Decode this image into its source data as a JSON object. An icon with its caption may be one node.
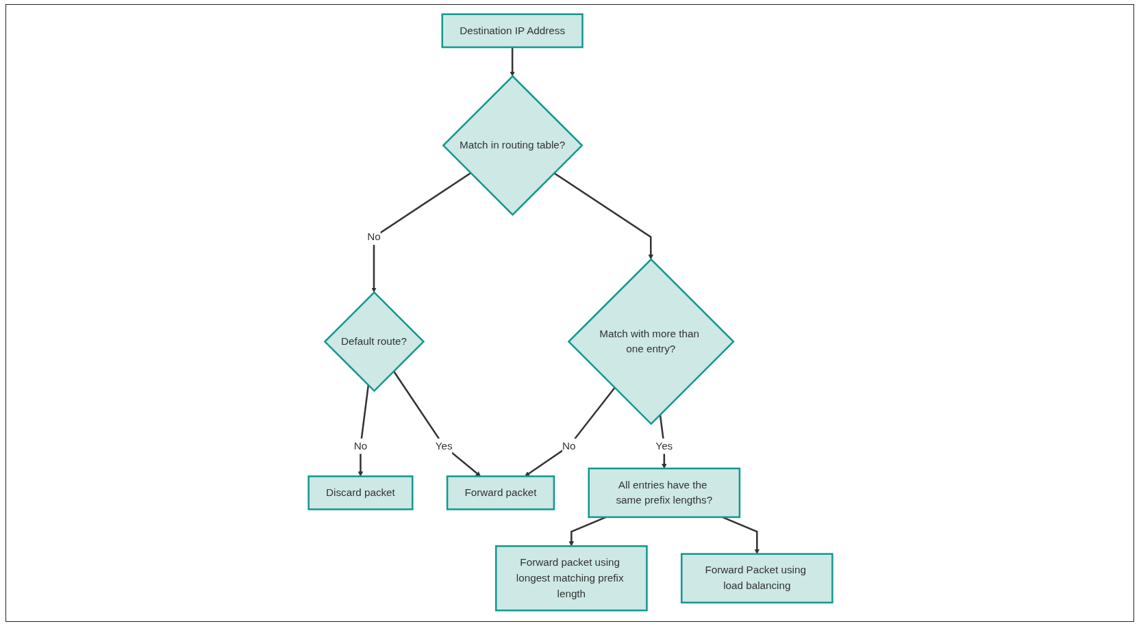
{
  "diagram": {
    "nodes": [
      {
        "text": [
          "Destination IP Address"
        ]
      },
      {
        "text": [
          "Match in routing table?"
        ]
      },
      {
        "text": [
          "Default route?"
        ]
      },
      {
        "text": [
          "Match with more than one entry?"
        ]
      },
      {
        "text": [
          "Discard packet"
        ]
      },
      {
        "text": [
          "All entries have the same prefix lengths?"
        ]
      },
      {
        "text": [
          "Forward packet"
        ]
      },
      {
        "text": [
          "Forward packet using longest matching prefix length"
        ]
      },
      {
        "text": [
          "Forward Packet using load balancing"
        ]
      }
    ],
    "edges": [
      {
        "from": 0,
        "to": 1,
        "arrow": "to"
      },
      {
        "from": 1,
        "to": 2,
        "arrow": "to",
        "label": "No"
      },
      {
        "from": 1,
        "to": 3,
        "arrow": "to"
      },
      {
        "from": 2,
        "to": 4,
        "arrow": "to",
        "label": "No"
      },
      {
        "from": 2,
        "to": 6,
        "arrow": "to",
        "label": "Yes"
      },
      {
        "from": 3,
        "to": 6,
        "arrow": "to",
        "label": "No"
      },
      {
        "from": 3,
        "to": 5,
        "arrow": "to",
        "label": "Yes"
      },
      {
        "from": 5,
        "to": 7,
        "arrow": "to"
      },
      {
        "from": 5,
        "to": 8,
        "arrow": "to"
      }
    ]
  }
}
